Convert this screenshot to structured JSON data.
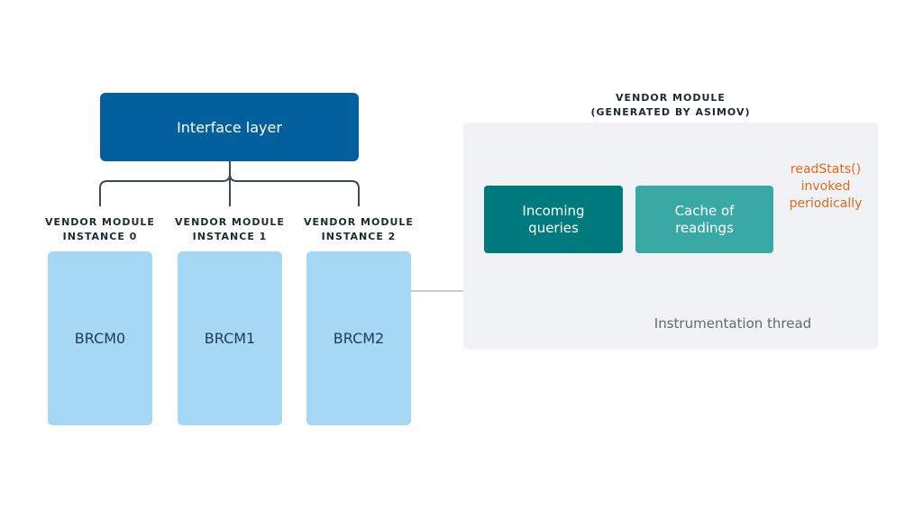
{
  "interface_layer": {
    "label": "Interface layer"
  },
  "instances": [
    {
      "label_line1": "VENDOR MODULE",
      "label_line2": "INSTANCE 0",
      "box_label": "BRCM0"
    },
    {
      "label_line1": "VENDOR MODULE",
      "label_line2": "INSTANCE 1",
      "box_label": "BRCM1"
    },
    {
      "label_line1": "VENDOR MODULE",
      "label_line2": "INSTANCE 2",
      "box_label": "BRCM2"
    }
  ],
  "vendor_module": {
    "title_line1": "VENDOR MODULE",
    "title_line2": "(GENERATED BY ASIMOV)",
    "incoming_line1": "Incoming",
    "incoming_line2": "queries",
    "cache_line1": "Cache of",
    "cache_line2": "readings",
    "readstats_line1": "readStats()",
    "readstats_line2": "invoked",
    "readstats_line3": "periodically",
    "instrumentation": "Instrumentation thread"
  },
  "colors": {
    "interface": "#03609c",
    "instance_box": "#a6d8f5",
    "panel": "#f0f2f5",
    "incoming": "#017a7d",
    "cache": "#3aa8a4",
    "accent_orange": "#e26a1c",
    "connector": "#3b4a57"
  }
}
